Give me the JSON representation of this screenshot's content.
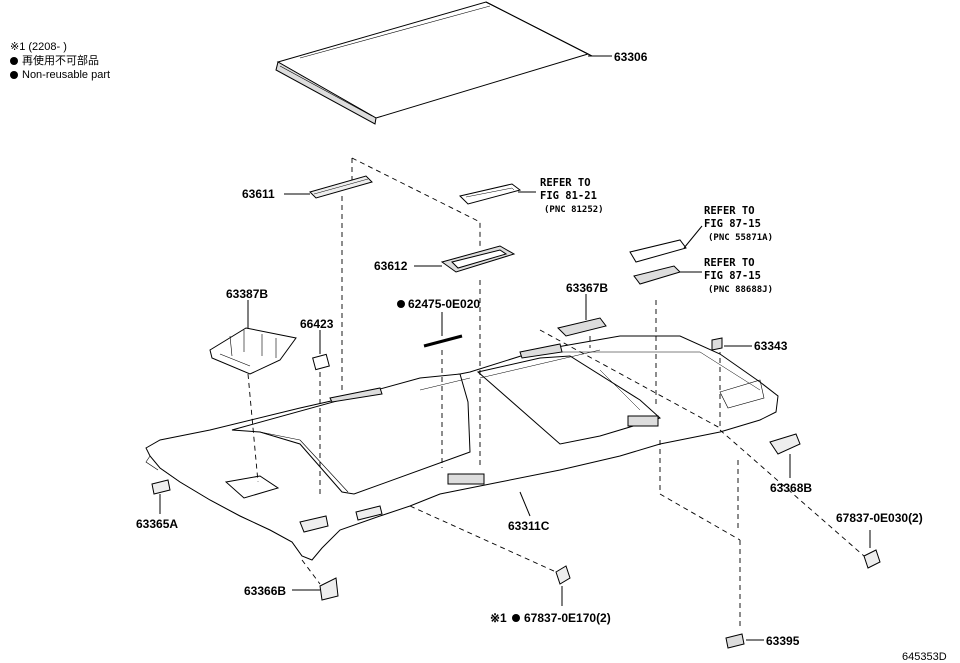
{
  "legend": {
    "note": "※1 (2208-     )",
    "non_reusable_jp": "再使用不可部品",
    "non_reusable_en": "Non-reusable part"
  },
  "parts": {
    "p63306": "63306",
    "p63611": "63611",
    "p63612": "63612",
    "p63387B": "63387B",
    "p66423": "66423",
    "p62475": "62475-0E020",
    "p63367B": "63367B",
    "p63343": "63343",
    "p63368B": "63368B",
    "p63365A": "63365A",
    "p63311C": "63311C",
    "p67837_0E030": "67837-0E030(2)",
    "p63366B": "63366B",
    "p67837_0E170": "67837-0E170(2)",
    "p63395": "63395"
  },
  "refs": {
    "r1": {
      "l1": "REFER TO",
      "l2": "FIG 81-21",
      "l3": "(PNC 81252)"
    },
    "r2": {
      "l1": "REFER TO",
      "l2": "FIG 87-15",
      "l3": "(PNC 55871A)"
    },
    "r3": {
      "l1": "REFER TO",
      "l2": "FIG 87-15",
      "l3": "(PNC 88688J)"
    }
  },
  "note_mark": "※1",
  "diagram_code": "645353D"
}
